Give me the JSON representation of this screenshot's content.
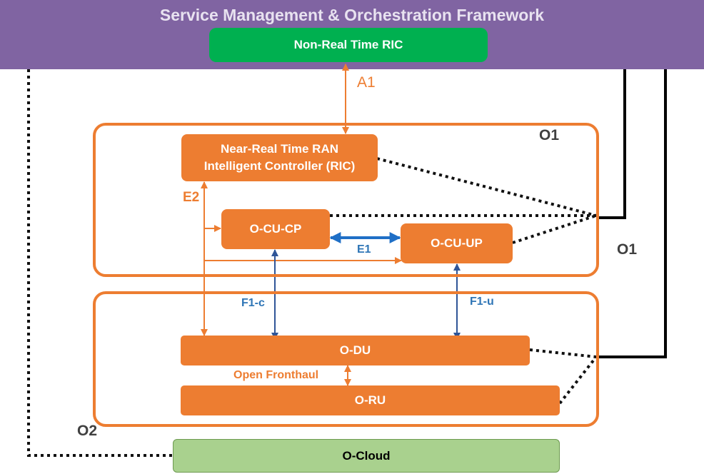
{
  "header": {
    "title": "Service Management & Orchestration Framework"
  },
  "nodes": {
    "non_rt_ric": "Non-Real Time RIC",
    "near_rt_ric_line1": "Near-Real Time RAN",
    "near_rt_ric_line2": "Intelligent Controller (RIC)",
    "o_cu_cp": "O-CU-CP",
    "o_cu_up": "O-CU-UP",
    "o_du": "O-DU",
    "o_ru": "O-RU",
    "o_cloud": "O-Cloud"
  },
  "interfaces": {
    "a1": "A1",
    "e2": "E2",
    "e1": "E1",
    "f1c": "F1-c",
    "f1u": "F1-u",
    "open_fronthaul": "Open Fronthaul",
    "o1_top": "O1",
    "o1_right": "O1",
    "o2": "O2"
  },
  "colors": {
    "smo": "#8064a2",
    "non_rt_ric": "#00b050",
    "oran_orange": "#ed7d31",
    "o_cloud": "#a9d18e",
    "blue_interface": "#2e75b6",
    "dark_arrow": "#2f5597"
  }
}
